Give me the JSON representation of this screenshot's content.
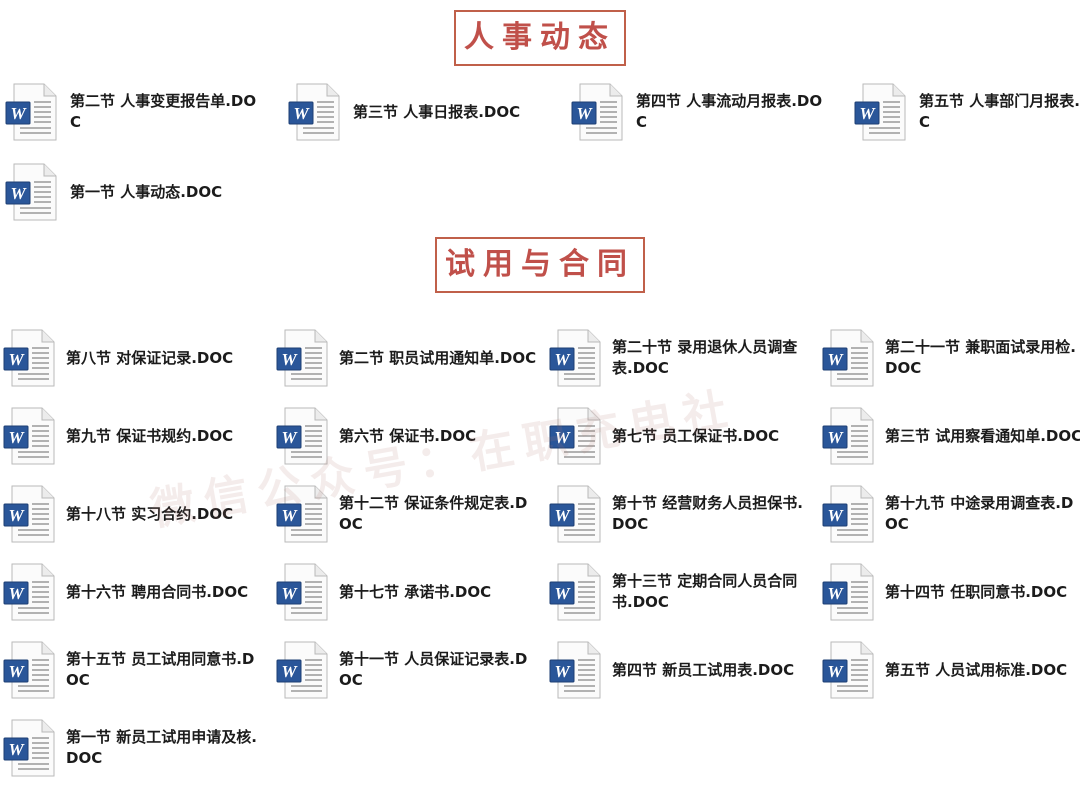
{
  "sections": [
    {
      "title": "人事动态",
      "files": [
        "第二节 人事变更报告单.DOC",
        "第三节 人事日报表.DOC",
        "第四节 人事流动月报表.DOC",
        "第五节 人事部门月报表.DOC",
        "第一节 人事动态.DOC"
      ]
    },
    {
      "title": "试用与合同",
      "files": [
        "第八节 对保证记录.DOC",
        "第二节 职员试用通知单.DOC",
        "第二十节 录用退休人员调查表.DOC",
        "第二十一节 兼职面试录用检.DOC",
        "第九节 保证书规约.DOC",
        "第六节 保证书.DOC",
        "第七节 员工保证书.DOC",
        "第三节 试用察看通知单.DOC",
        "第十八节 实习合约.DOC",
        "第十二节 保证条件规定表.DOC",
        "第十节 经营财务人员担保书.DOC",
        "第十九节 中途录用调查表.DOC",
        "第十六节 聘用合同书.DOC",
        "第十七节 承诺书.DOC",
        "第十三节 定期合同人员合同书.DOC",
        "第十四节 任职同意书.DOC",
        "第十五节 员工试用同意书.DOC",
        "第十一节 人员保证记录表.DOC",
        "第四节 新员工试用表.DOC",
        "第五节 人员试用标准.DOC",
        "第一节 新员工试用申请及核.DOC"
      ]
    }
  ],
  "watermark": "微信公众号：在职充电社",
  "icon": "word-doc-icon",
  "colors": {
    "title": "#c0504a",
    "title_border": "#c0604a",
    "word_blue": "#2a5699"
  }
}
